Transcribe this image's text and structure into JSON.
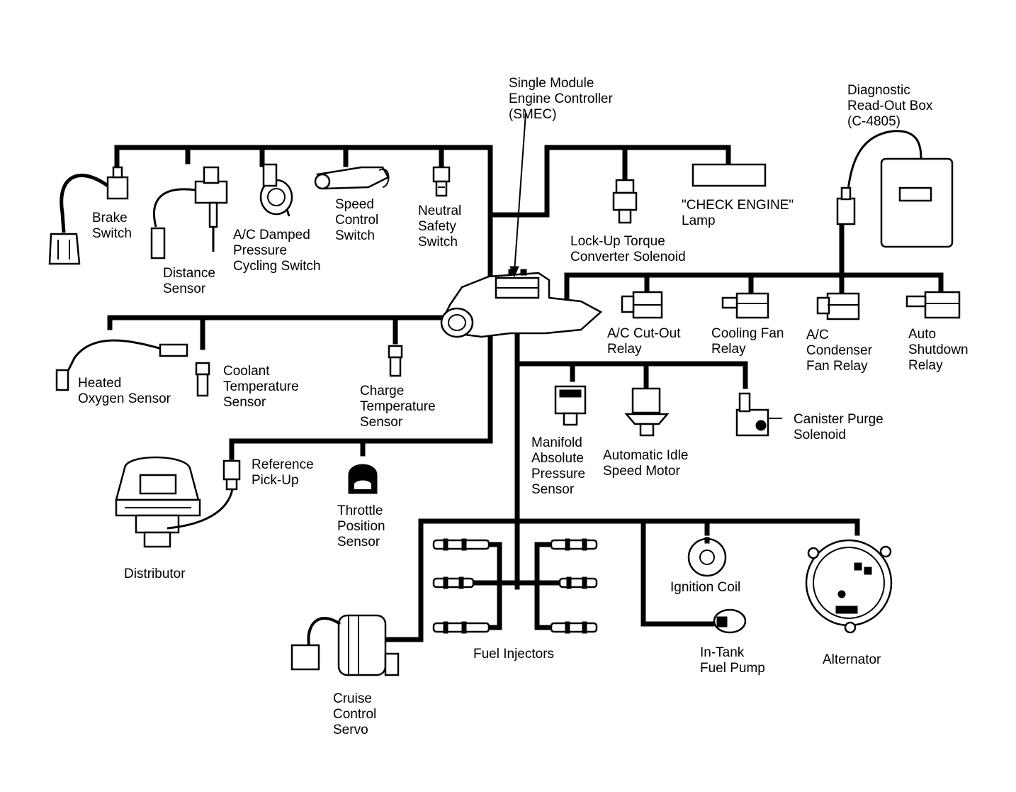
{
  "components": {
    "smec": {
      "lines": [
        "Single Module",
        "Engine Controller",
        "(SMEC)"
      ]
    },
    "diagnostic_box": {
      "lines": [
        "Diagnostic",
        "Read-Out Box",
        "(C-4805)"
      ]
    },
    "brake_switch": {
      "lines": [
        "Brake",
        "Switch"
      ]
    },
    "distance_sensor": {
      "lines": [
        "Distance",
        "Sensor"
      ]
    },
    "ac_damped_switch": {
      "lines": [
        "A/C Damped",
        "Pressure",
        "Cycling Switch"
      ]
    },
    "speed_control_switch": {
      "lines": [
        "Speed",
        "Control",
        "Switch"
      ]
    },
    "neutral_safety_switch": {
      "lines": [
        "Neutral",
        "Safety",
        "Switch"
      ]
    },
    "lockup_solenoid": {
      "lines": [
        "Lock-Up Torque",
        "Converter Solenoid"
      ]
    },
    "check_engine_lamp": {
      "lines": [
        "\"CHECK ENGINE\"",
        "Lamp"
      ]
    },
    "ac_cutout_relay": {
      "lines": [
        "A/C Cut-Out",
        "Relay"
      ]
    },
    "cooling_fan_relay": {
      "lines": [
        "Cooling Fan",
        "Relay"
      ]
    },
    "ac_condenser_relay": {
      "lines": [
        "A/C",
        "Condenser",
        "Fan Relay"
      ]
    },
    "auto_shutdown_relay": {
      "lines": [
        "Auto",
        "Shutdown",
        "Relay"
      ]
    },
    "heated_oxygen_sensor": {
      "lines": [
        "Heated",
        "Oxygen Sensor"
      ]
    },
    "coolant_temp_sensor": {
      "lines": [
        "Coolant",
        "Temperature",
        "Sensor"
      ]
    },
    "charge_temp_sensor": {
      "lines": [
        "Charge",
        "Temperature",
        "Sensor"
      ]
    },
    "map_sensor": {
      "lines": [
        "Manifold",
        "Absolute",
        "Pressure",
        "Sensor"
      ]
    },
    "ais_motor": {
      "lines": [
        "Automatic Idle",
        "Speed Motor"
      ]
    },
    "canister_purge": {
      "lines": [
        "Canister Purge",
        "Solenoid"
      ]
    },
    "reference_pickup": {
      "lines": [
        "Reference",
        "Pick-Up"
      ]
    },
    "throttle_position_sensor": {
      "lines": [
        "Throttle",
        "Position",
        "Sensor"
      ]
    },
    "distributor": {
      "lines": [
        "Distributor"
      ]
    },
    "ignition_coil": {
      "lines": [
        "Ignition Coil"
      ]
    },
    "fuel_injectors": {
      "lines": [
        "Fuel Injectors"
      ]
    },
    "fuel_pump": {
      "lines": [
        "In-Tank",
        "Fuel Pump"
      ]
    },
    "alternator": {
      "lines": [
        "Alternator"
      ]
    },
    "cruise_servo": {
      "lines": [
        "Cruise",
        "Control",
        "Servo"
      ]
    }
  }
}
